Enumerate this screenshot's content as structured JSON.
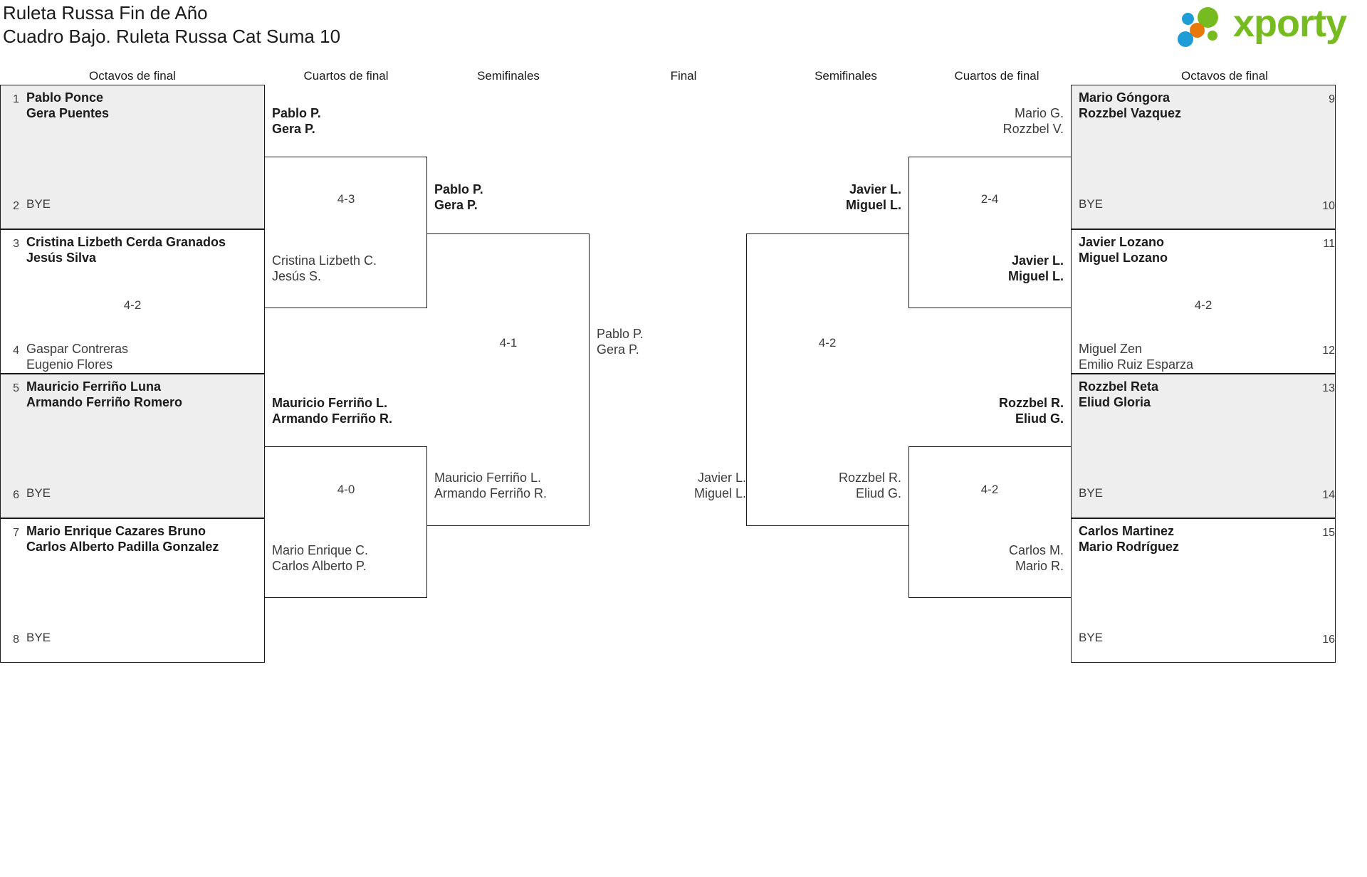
{
  "header": {
    "title_line1": "Ruleta Russa Fin de Año",
    "title_line2": "Cuadro Bajo. Ruleta Russa Cat Suma 10",
    "logo_text": "xporty",
    "logo_colors": {
      "blue": "#1d9cd8",
      "orange": "#e8780c",
      "green": "#76bc21"
    }
  },
  "round_labels": {
    "left_r16": "Octavos de final",
    "left_qf": "Cuartos de final",
    "left_sf": "Semifinales",
    "final": "Final",
    "right_sf": "Semifinales",
    "right_qf": "Cuartos de final",
    "right_r16": "Octavos de final"
  },
  "bracket": {
    "left_seeds": [
      {
        "num": "1",
        "line1": "Pablo Ponce",
        "line2": "Gera Puentes",
        "status": "winner",
        "shaded": true
      },
      {
        "num": "2",
        "line1": "BYE",
        "line2": "",
        "status": "bye",
        "shaded": true
      },
      {
        "num": "3",
        "line1": "Cristina Lizbeth Cerda Granados",
        "line2": "Jesús Silva",
        "status": "winner",
        "shaded": false
      },
      {
        "num": "4",
        "line1": "Gaspar Contreras",
        "line2": "Eugenio Flores",
        "status": "loser",
        "shaded": false
      },
      {
        "num": "5",
        "line1": "Mauricio Ferriño Luna",
        "line2": "Armando Ferriño Romero",
        "status": "winner",
        "shaded": true
      },
      {
        "num": "6",
        "line1": "BYE",
        "line2": "",
        "status": "bye",
        "shaded": true
      },
      {
        "num": "7",
        "line1": "Mario Enrique Cazares Bruno",
        "line2": "Carlos Alberto Padilla Gonzalez",
        "status": "winner",
        "shaded": false
      },
      {
        "num": "8",
        "line1": "BYE",
        "line2": "",
        "status": "bye",
        "shaded": false
      }
    ],
    "right_seeds": [
      {
        "num": "9",
        "line1": "Mario Góngora",
        "line2": "Rozzbel Vazquez",
        "status": "winner",
        "shaded": true
      },
      {
        "num": "10",
        "line1": "BYE",
        "line2": "",
        "status": "bye",
        "shaded": true
      },
      {
        "num": "11",
        "line1": "Javier Lozano",
        "line2": "Miguel Lozano",
        "status": "winner",
        "shaded": false
      },
      {
        "num": "12",
        "line1": "Miguel Zen",
        "line2": "Emilio Ruiz Esparza",
        "status": "loser",
        "shaded": false
      },
      {
        "num": "13",
        "line1": "Rozzbel Reta",
        "line2": "Eliud Gloria",
        "status": "winner",
        "shaded": true
      },
      {
        "num": "14",
        "line1": "BYE",
        "line2": "",
        "status": "bye",
        "shaded": true
      },
      {
        "num": "15",
        "line1": "Carlos Martinez",
        "line2": "Mario Rodríguez",
        "status": "winner",
        "shaded": false
      },
      {
        "num": "16",
        "line1": "BYE",
        "line2": "",
        "status": "bye",
        "shaded": false
      }
    ],
    "left_qf": [
      {
        "top": {
          "line1": "Pablo P.",
          "line2": "Gera P.",
          "status": "winner"
        },
        "bottom": {
          "line1": "Cristina Lizbeth C.",
          "line2": "Jesús S.",
          "status": "loser"
        },
        "score": "4-3"
      },
      {
        "top": {
          "line1": "Mauricio Ferriño L.",
          "line2": "Armando Ferriño R.",
          "status": "winner"
        },
        "bottom": {
          "line1": "Mario Enrique C.",
          "line2": "Carlos Alberto P.",
          "status": "loser"
        },
        "score": "4-0"
      }
    ],
    "left_sf": {
      "top": {
        "line1": "Pablo P.",
        "line2": "Gera P.",
        "status": "winner"
      },
      "bottom": {
        "line1": "Mauricio Ferriño L.",
        "line2": "Armando Ferriño R.",
        "status": "loser"
      },
      "score": "4-1"
    },
    "final": {
      "left": {
        "line1": "Pablo P.",
        "line2": "Gera P.",
        "status": "loser"
      },
      "right": {
        "line1": "Javier L.",
        "line2": "Miguel L.",
        "status": "loser"
      }
    },
    "right_sf": {
      "top": {
        "line1": "Javier L.",
        "line2": "Miguel L.",
        "status": "winner"
      },
      "bottom": {
        "line1": "Rozzbel R.",
        "line2": "Eliud G.",
        "status": "loser"
      },
      "score": "4-2"
    },
    "right_qf": [
      {
        "top": {
          "line1": "Mario G.",
          "line2": "Rozzbel V.",
          "status": "loser"
        },
        "bottom": {
          "line1": "Javier L.",
          "line2": "Miguel L.",
          "status": "winner"
        },
        "score": "2-4"
      },
      {
        "top": {
          "line1": "Rozzbel R.",
          "line2": "Eliud G.",
          "status": "winner"
        },
        "bottom": {
          "line1": "Carlos M.",
          "line2": "Mario R.",
          "status": "loser"
        },
        "score": "4-2"
      }
    ],
    "left_seed_scores": {
      "pair_1_2": "",
      "pair_3_4": "4-2",
      "pair_5_6": "",
      "pair_7_8": ""
    },
    "right_seed_scores": {
      "pair_9_10": "",
      "pair_11_12": "4-2",
      "pair_13_14": "",
      "pair_15_16": ""
    }
  }
}
